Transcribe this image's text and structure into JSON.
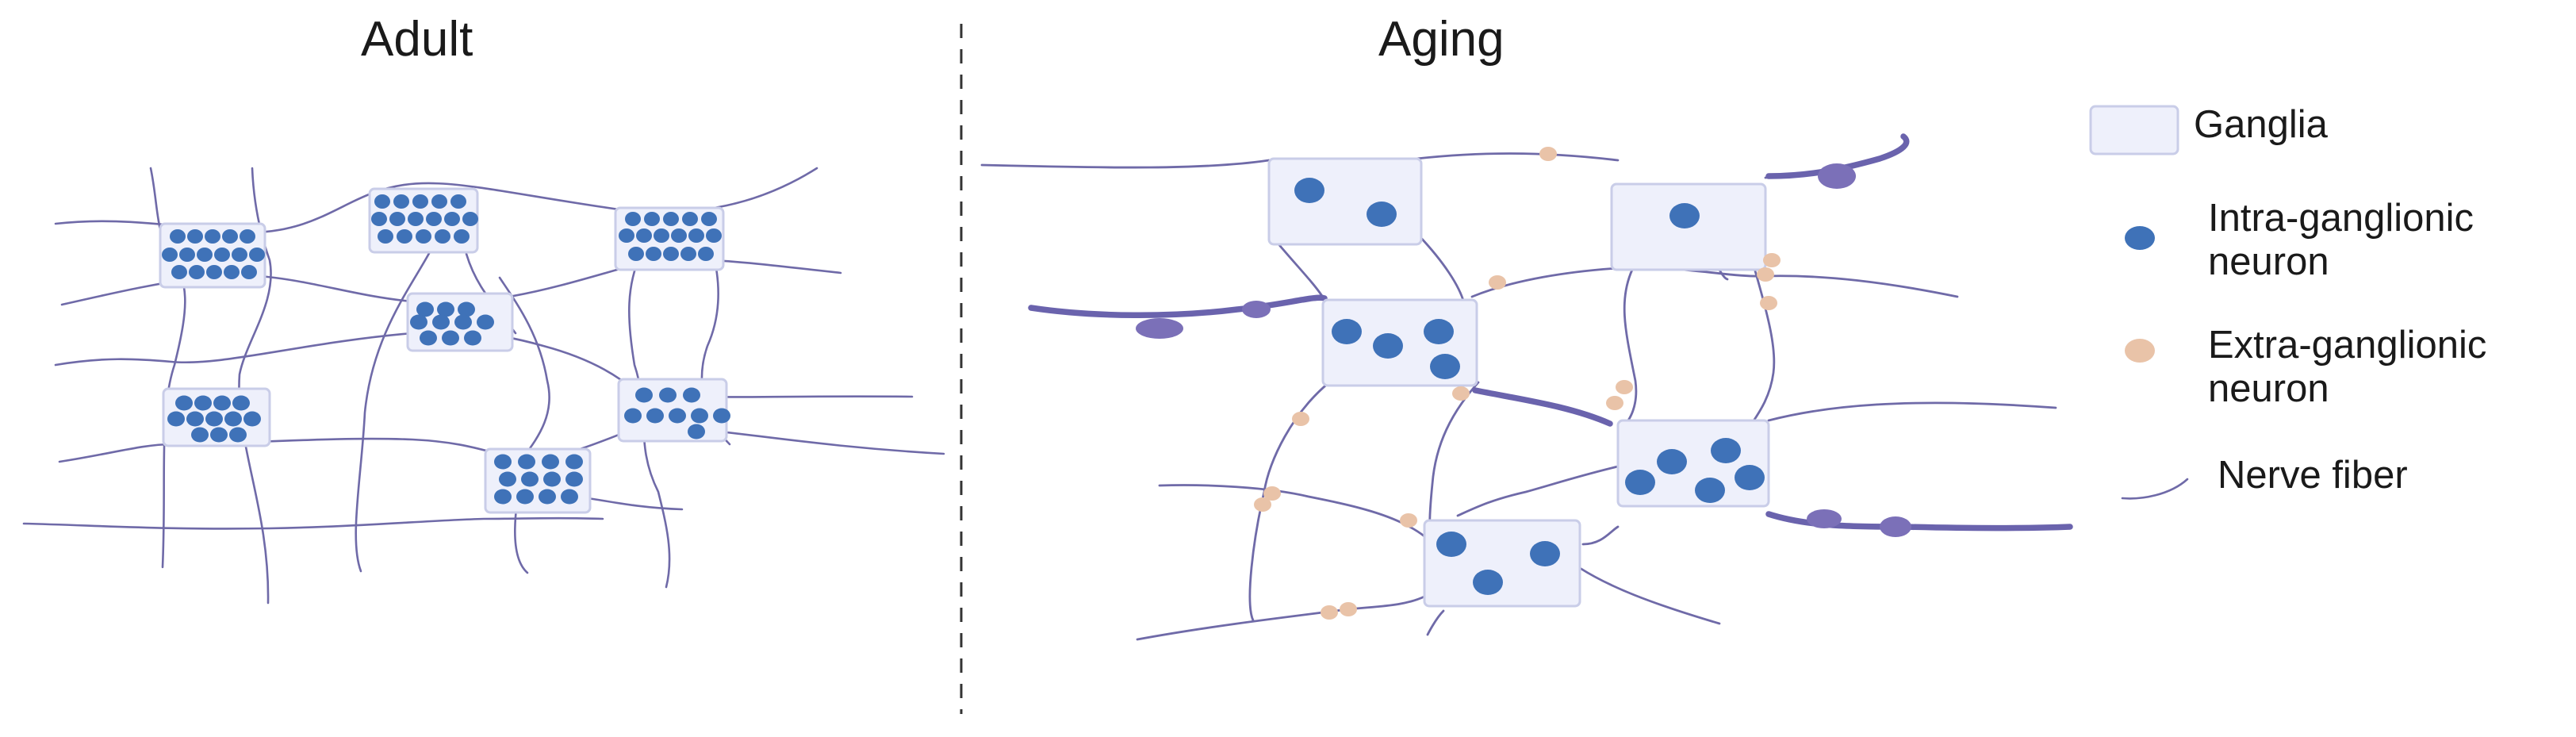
{
  "panels": {
    "adult": {
      "title": "Adult"
    },
    "aging": {
      "title": "Aging"
    }
  },
  "legend": {
    "ganglia": "Ganglia",
    "intra_neuron_line1": "Intra-ganglionic",
    "intra_neuron_line2": "neuron",
    "extra_neuron_line1": "Extra-ganglionic",
    "extra_neuron_line2": "neuron",
    "nerve_fiber": "Nerve fiber"
  },
  "colors": {
    "fiber": "#6f6aa8",
    "thick_fiber": "#6a63ad",
    "varicosity": "#7b70b8",
    "ganglion_fill": "#eef0fb",
    "ganglion_stroke": "#c9cde8",
    "intra_neuron": "#3f72b8",
    "extra_neuron": "#e9c3a8",
    "divider": "#333333"
  }
}
